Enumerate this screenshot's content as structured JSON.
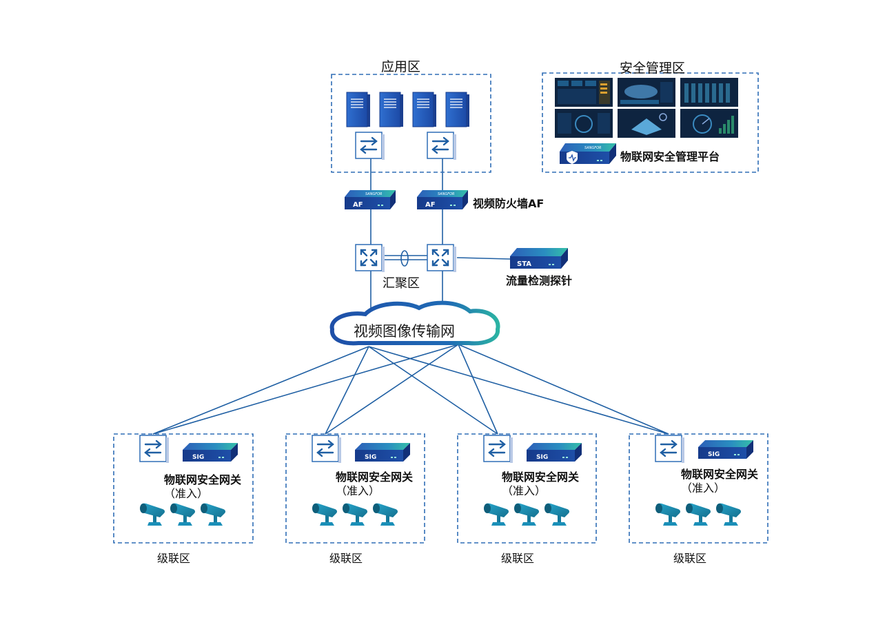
{
  "zones": {
    "app": "应用区",
    "security": "安全管理区",
    "aggregation": "汇聚区"
  },
  "devices": {
    "firewall_label": "视频防火墙AF",
    "firewall_badge": "AF",
    "probe_label": "流量检测探针",
    "probe_badge": "STA",
    "platform_label": "物联网安全管理平台",
    "brand_text": "SANGFOR"
  },
  "network": {
    "cloud_label": "视频图像传输网"
  },
  "cascade": [
    {
      "gateway_label": "物联网安全网关",
      "access_label": "（准入）",
      "zone_label": "级联区",
      "badge": "SIG"
    },
    {
      "gateway_label": "物联网安全网关",
      "access_label": "（准入）",
      "zone_label": "级联区",
      "badge": "SIG"
    },
    {
      "gateway_label": "物联网安全网关",
      "access_label": "（准入）",
      "zone_label": "级联区",
      "badge": "SIG"
    },
    {
      "gateway_label": "物联网安全网关",
      "access_label": "（准入）",
      "zone_label": "级联区",
      "badge": "SIG"
    }
  ],
  "colors": {
    "line": "#1f5fa3",
    "dash": "#2f6db5",
    "device_dark": "#1b3f8f",
    "device_teal": "#2bb3a3",
    "camera": "#1a8fb8"
  }
}
